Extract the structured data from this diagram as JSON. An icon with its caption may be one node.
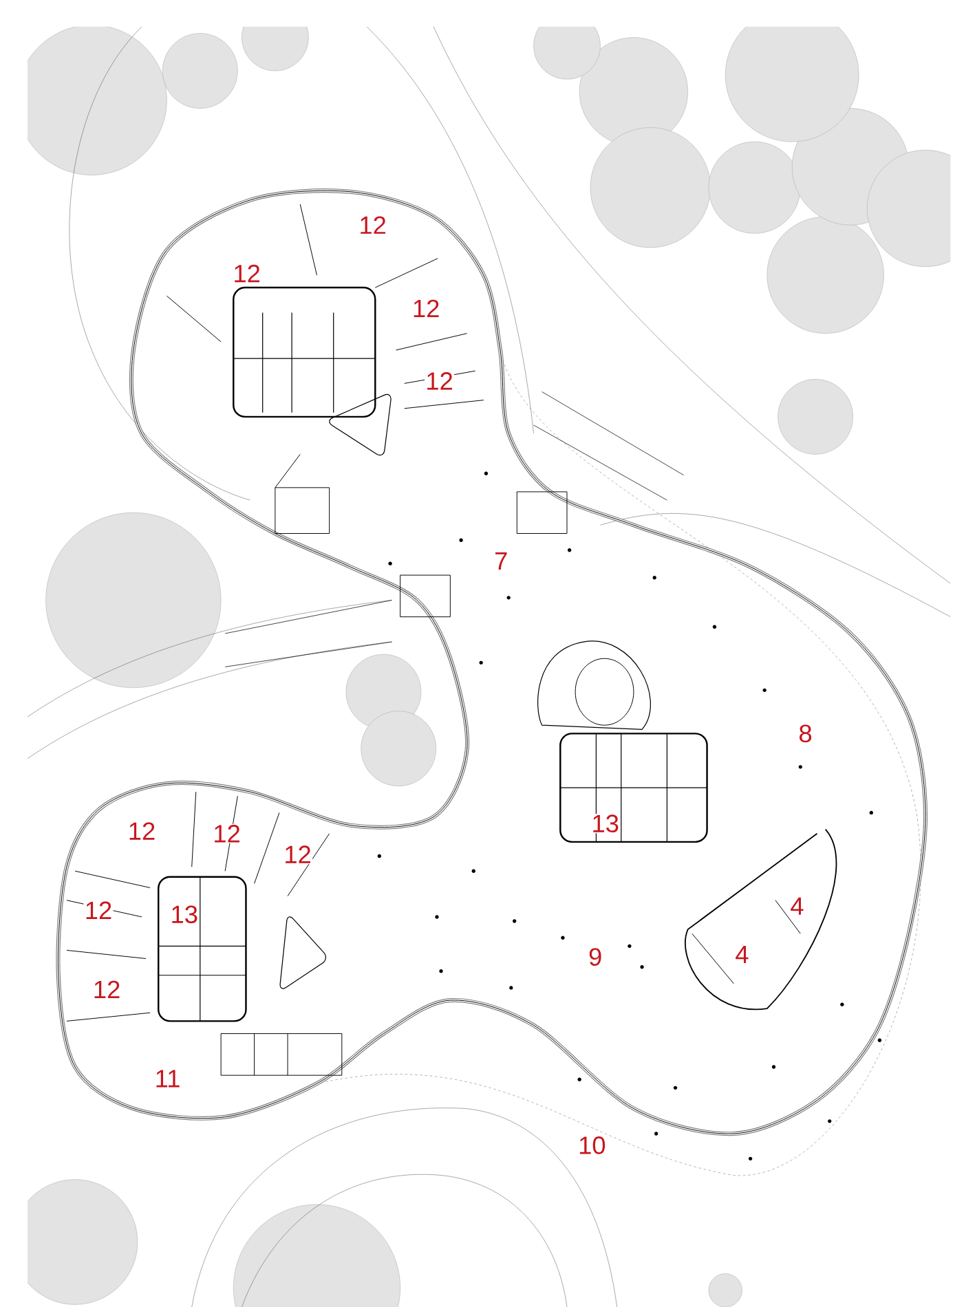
{
  "diagram": {
    "labels": [
      "12",
      "12",
      "12",
      "12",
      "7",
      "8",
      "12",
      "12",
      "13",
      "12",
      "4",
      "12",
      "13",
      "4",
      "9",
      "12",
      "11",
      "10"
    ]
  }
}
